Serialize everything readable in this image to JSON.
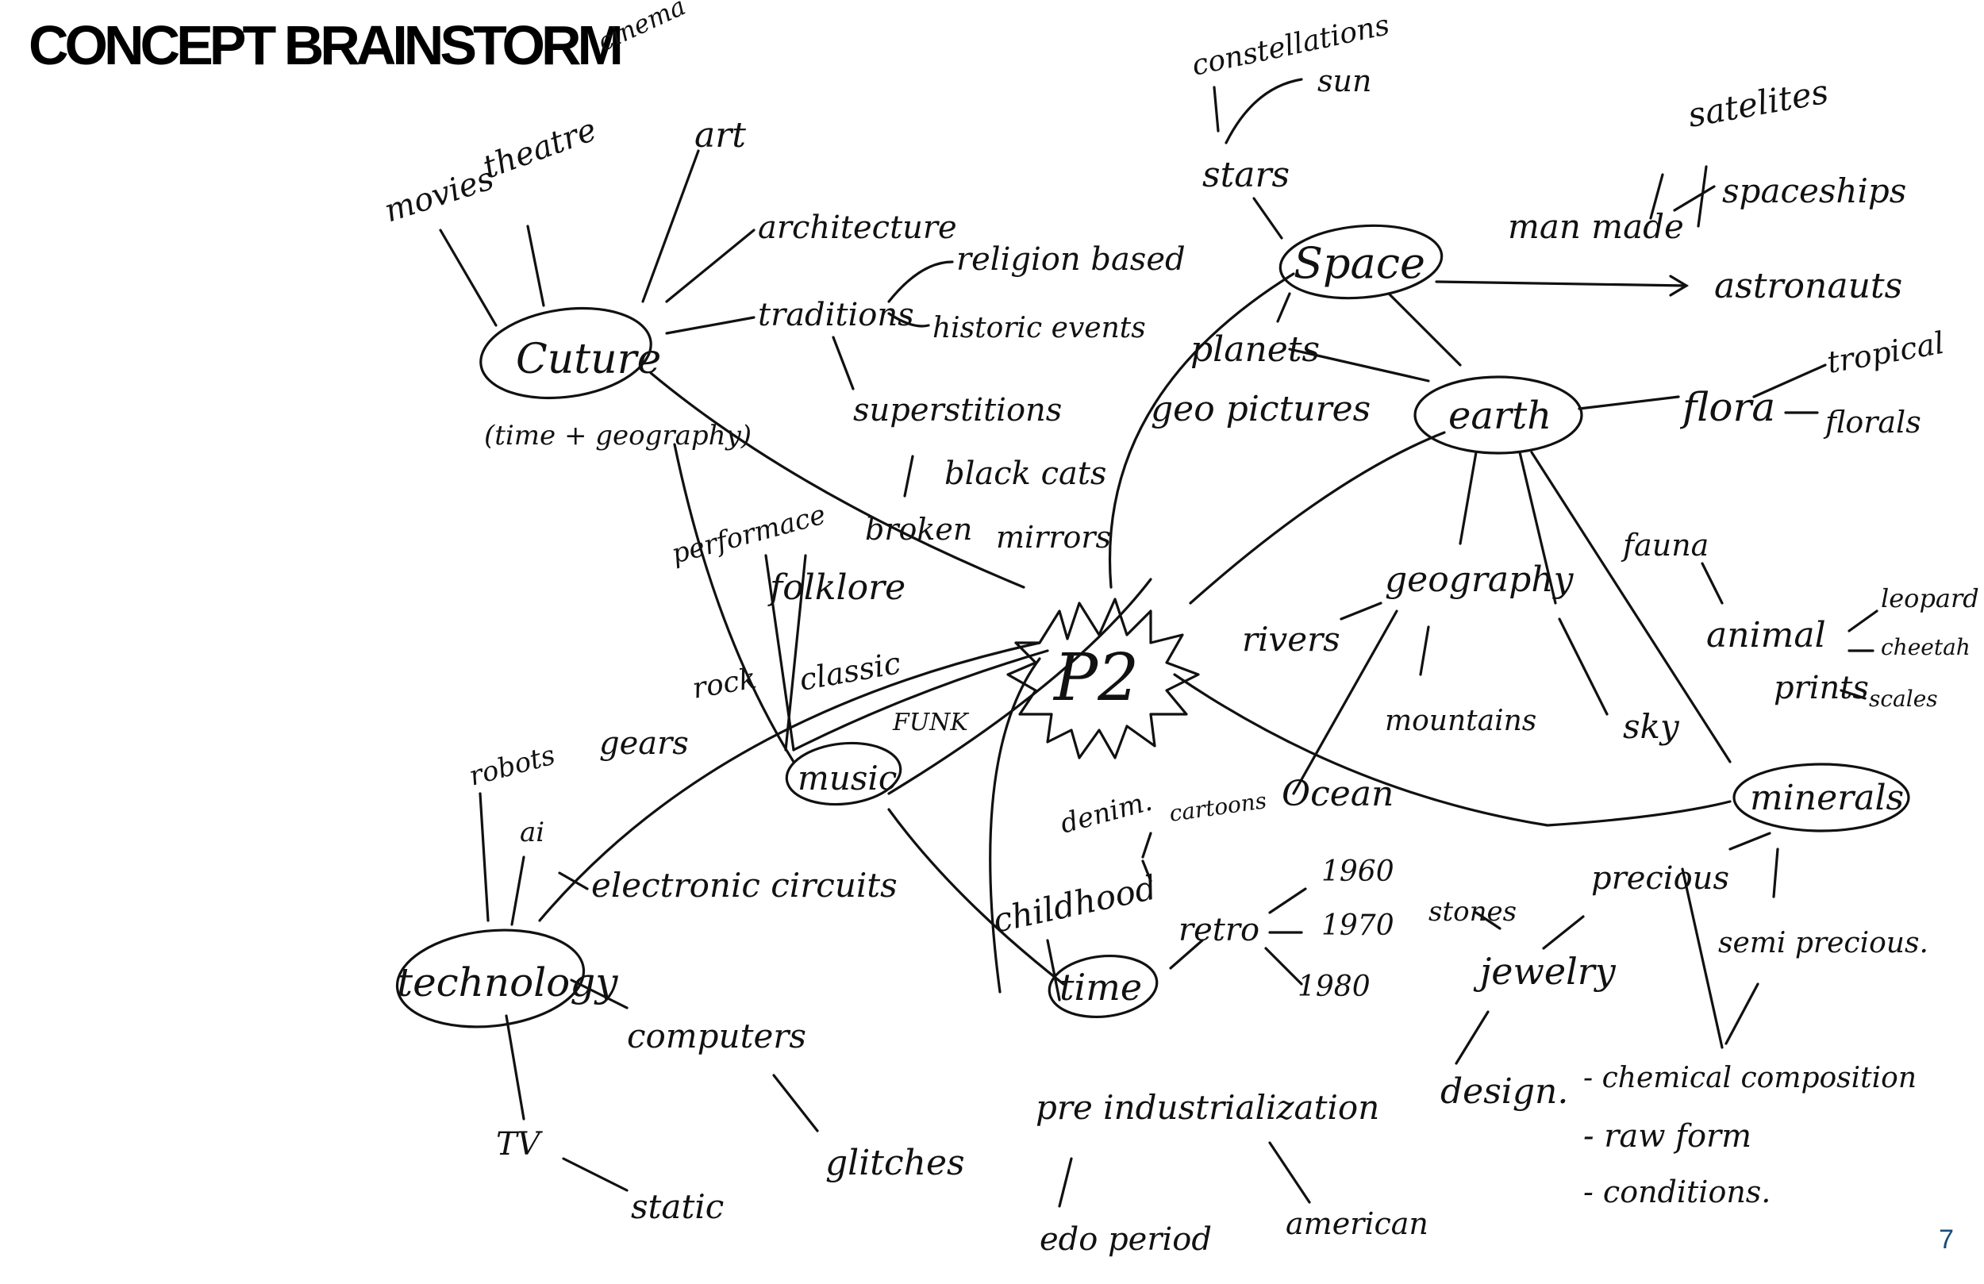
{
  "slide": {
    "title": "CONCEPT BRAINSTORM",
    "page_number": "7"
  },
  "mind_map": {
    "center": "P2",
    "labels": {
      "culture": "Cuture",
      "culture_sub": "(time + geography)",
      "movies": "movies",
      "theatre": "theatre",
      "cinema": "cinema",
      "art": "art",
      "architecture": "architecture",
      "traditions": "traditions",
      "religion": "religion based",
      "historic": "historic events",
      "superstitions": "superstitions",
      "black_cats": "black cats",
      "broken": "broken",
      "mirrors": "mirrors",
      "performance": "performace",
      "folklore": "folklore",
      "music": "music",
      "rock": "rock",
      "classic": "classic",
      "funk": "FUNK",
      "technology": "technology",
      "robots": "robots",
      "gears": "gears",
      "ai": "ai",
      "circuits": "electronic circuits",
      "computers": "computers",
      "glitches": "glitches",
      "tv": "TV",
      "static": "static",
      "time": "time",
      "childhood": "childhood",
      "denim": "denim.",
      "cartoons": "cartoons",
      "retro": "retro",
      "y1960": "1960",
      "y1970": "1970",
      "y1980": "1980",
      "preindustrial": "pre industrialization",
      "edo": "edo period",
      "american": "american",
      "space": "Space",
      "stars": "stars",
      "constellations": "constellations",
      "sun": "sun",
      "planets": "planets",
      "geopictures": "geo pictures",
      "manmade": "man made",
      "satellites": "satelites",
      "spaceships": "spaceships",
      "astronauts": "astronauts",
      "earth": "earth",
      "flora": "flora",
      "tropical": "tropical",
      "florals": "florals",
      "fauna": "fauna",
      "animal": "animal",
      "prints": "prints",
      "leopard": "leopard",
      "cheetah": "cheetah",
      "scales": "scales",
      "geography": "geography",
      "rivers": "rivers",
      "mountains": "mountains",
      "sky": "sky",
      "ocean": "Ocean",
      "minerals": "minerals",
      "precious": "precious",
      "semiprecious": "semi precious.",
      "stones": "stones",
      "jewelry": "jewelry",
      "design": "design.",
      "chemical": "- chemical composition",
      "raw": "- raw form",
      "conditions": "- conditions."
    }
  }
}
